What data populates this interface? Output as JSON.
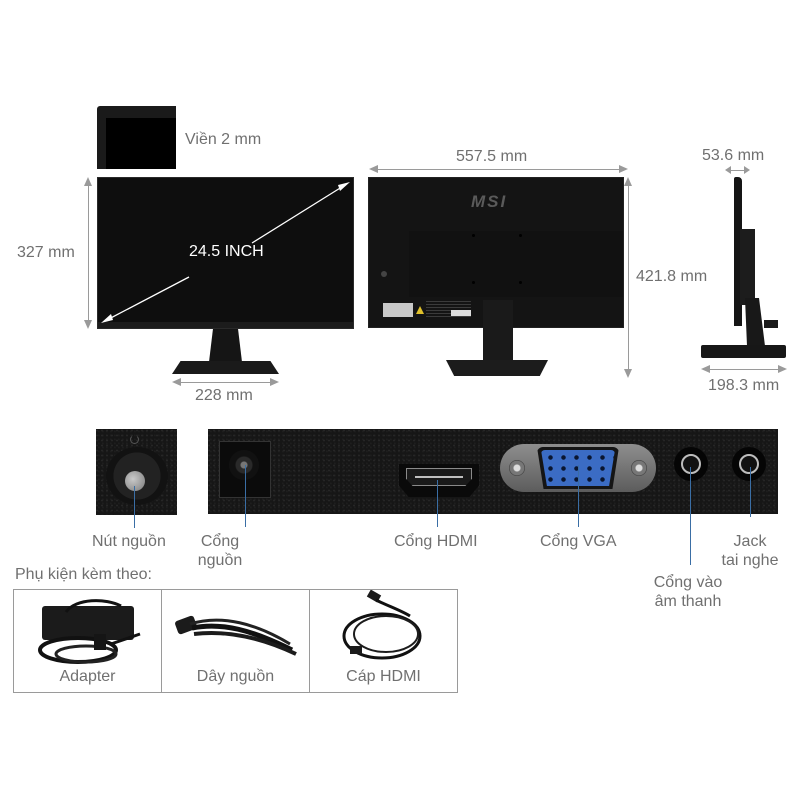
{
  "front_view": {
    "bezel_label": "Viền 2 mm",
    "height_label": "327 mm",
    "diagonal_label": "24.5 INCH",
    "stand_width_label": "228 mm"
  },
  "back_view": {
    "brand_logo": "MSI",
    "width_label": "557.5 mm",
    "height_label": "421.8 mm"
  },
  "side_view": {
    "depth_top_label": "53.6 mm",
    "base_depth_label": "198.3 mm"
  },
  "ports": {
    "power_button": "Nút nguồn",
    "power_port_line1": "Cổng",
    "power_port_line2": "nguồn",
    "hdmi": "Cổng HDMI",
    "vga": "Cổng VGA",
    "audio_in_line1": "Cổng vào",
    "audio_in_line2": "âm thanh",
    "headphone_line1": "Jack",
    "headphone_line2": "tai nghe"
  },
  "accessories": {
    "title": "Phụ kiện kèm theo:",
    "items": [
      {
        "label": "Adapter",
        "icon": "adapter-icon"
      },
      {
        "label": "Dây nguồn",
        "icon": "power-cable-icon"
      },
      {
        "label": "Cáp HDMI",
        "icon": "hdmi-cable-icon"
      }
    ]
  },
  "colors": {
    "pointer_line": "#3a6ea5",
    "dimension_arrow": "#9a9a9a",
    "label_text": "#707070",
    "vga_blue": "#2f5fb8"
  }
}
